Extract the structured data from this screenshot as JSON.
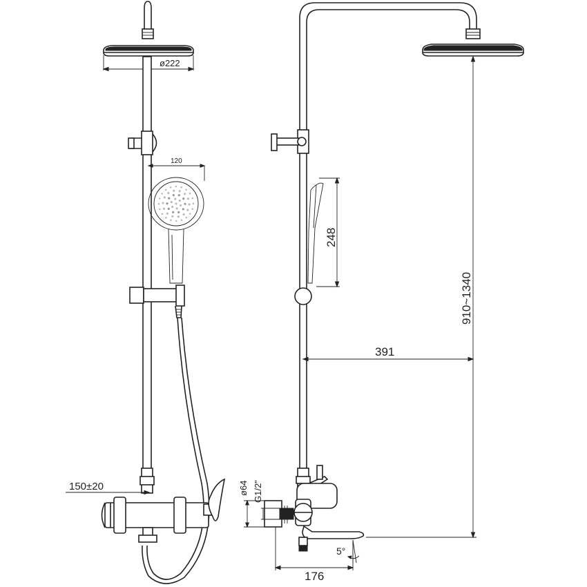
{
  "dimensions": {
    "head_diameter": "ø222",
    "hand_width": "120",
    "hand_length": "248",
    "height_range": "910~1340",
    "arm_reach": "391",
    "inlet_spacing": "150±20",
    "cover_diameter": "ø64",
    "thread": "G1/2\"",
    "spout_reach": "176",
    "spout_angle": "5°"
  }
}
